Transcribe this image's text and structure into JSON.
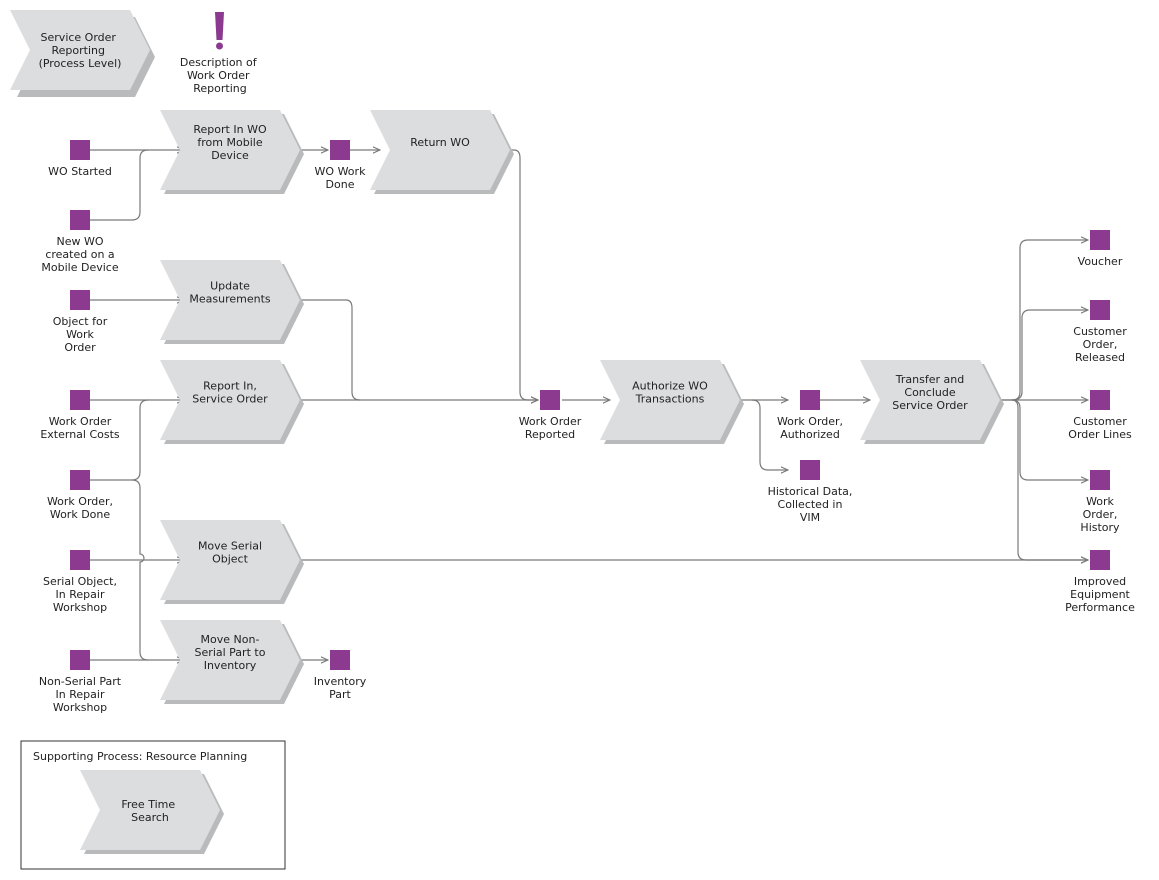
{
  "colors": {
    "event": "#8b3a8f",
    "process_fill": "#dcdddf",
    "process_shadow": "#b9babc",
    "connector": "#7a7a7a",
    "text": "#222222"
  },
  "header": {
    "title_process": [
      "Service Order",
      "Reporting",
      "(Process Level)"
    ],
    "description_icon": "exclamation-icon",
    "description_label": [
      "Description of",
      "Work Order",
      "Reporting"
    ]
  },
  "processes": [
    {
      "id": "report-in-wo-mobile",
      "label": [
        "Report In WO",
        "from Mobile",
        "Device"
      ]
    },
    {
      "id": "return-wo",
      "label": [
        "Return WO"
      ]
    },
    {
      "id": "update-measurements",
      "label": [
        "Update",
        "Measurements"
      ]
    },
    {
      "id": "report-in-service-order",
      "label": [
        "Report In,",
        "Service Order"
      ]
    },
    {
      "id": "move-serial-object",
      "label": [
        "Move Serial",
        "Object"
      ]
    },
    {
      "id": "move-non-serial-part",
      "label": [
        "Move Non-",
        "Serial Part to",
        "Inventory"
      ]
    },
    {
      "id": "authorize-wo-transactions",
      "label": [
        "Authorize WO",
        "Transactions"
      ]
    },
    {
      "id": "transfer-and-conclude",
      "label": [
        "Transfer and",
        "Conclude",
        "Service Order"
      ]
    }
  ],
  "events": [
    {
      "id": "wo-started",
      "label": [
        "WO Started"
      ]
    },
    {
      "id": "new-wo-mobile",
      "label": [
        "New WO",
        "created on a",
        "Mobile Device"
      ]
    },
    {
      "id": "object-for-wo",
      "label": [
        "Object for",
        "Work",
        "Order"
      ]
    },
    {
      "id": "wo-external-costs",
      "label": [
        "Work Order",
        "External Costs"
      ]
    },
    {
      "id": "wo-work-done-left",
      "label": [
        "Work Order,",
        "Work Done"
      ]
    },
    {
      "id": "serial-object-repair",
      "label": [
        "Serial Object,",
        "In Repair",
        "Workshop"
      ]
    },
    {
      "id": "non-serial-part-repair",
      "label": [
        "Non-Serial Part",
        "In Repair",
        "Workshop"
      ]
    },
    {
      "id": "wo-work-done-top",
      "label": [
        "WO Work",
        "Done"
      ]
    },
    {
      "id": "inventory-part",
      "label": [
        "Inventory",
        "Part"
      ]
    },
    {
      "id": "work-order-reported",
      "label": [
        "Work Order",
        "Reported"
      ]
    },
    {
      "id": "wo-authorized",
      "label": [
        "Work Order,",
        "Authorized"
      ]
    },
    {
      "id": "historical-data-vim",
      "label": [
        "Historical Data,",
        "Collected in",
        "VIM"
      ]
    },
    {
      "id": "voucher",
      "label": [
        "Voucher"
      ]
    },
    {
      "id": "customer-order-released",
      "label": [
        "Customer",
        "Order,",
        "Released"
      ]
    },
    {
      "id": "customer-order-lines",
      "label": [
        "Customer",
        "Order Lines"
      ]
    },
    {
      "id": "wo-history",
      "label": [
        "Work",
        "Order,",
        "History"
      ]
    },
    {
      "id": "improved-equipment",
      "label": [
        "Improved",
        "Equipment",
        "Performance"
      ]
    }
  ],
  "supporting": {
    "title": "Supporting Process: Resource Planning",
    "process_label": [
      "Free Time",
      "Search"
    ]
  }
}
